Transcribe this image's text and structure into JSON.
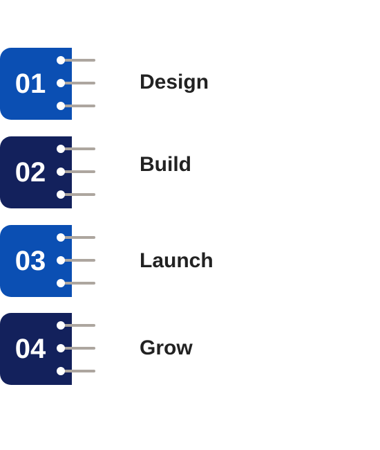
{
  "colors": {
    "primary_blue": "#0B4FB3",
    "navy": "#13215C",
    "ring": "#ADA69F",
    "ring_dot": "#FFFFFF",
    "label_text": "#222222"
  },
  "steps": [
    {
      "number": "01",
      "label": "Design",
      "color": "#0B4FB3"
    },
    {
      "number": "02",
      "label": "Build",
      "color": "#13215C"
    },
    {
      "number": "03",
      "label": "Launch",
      "color": "#0B4FB3"
    },
    {
      "number": "04",
      "label": "Grow",
      "color": "#13215C"
    }
  ]
}
